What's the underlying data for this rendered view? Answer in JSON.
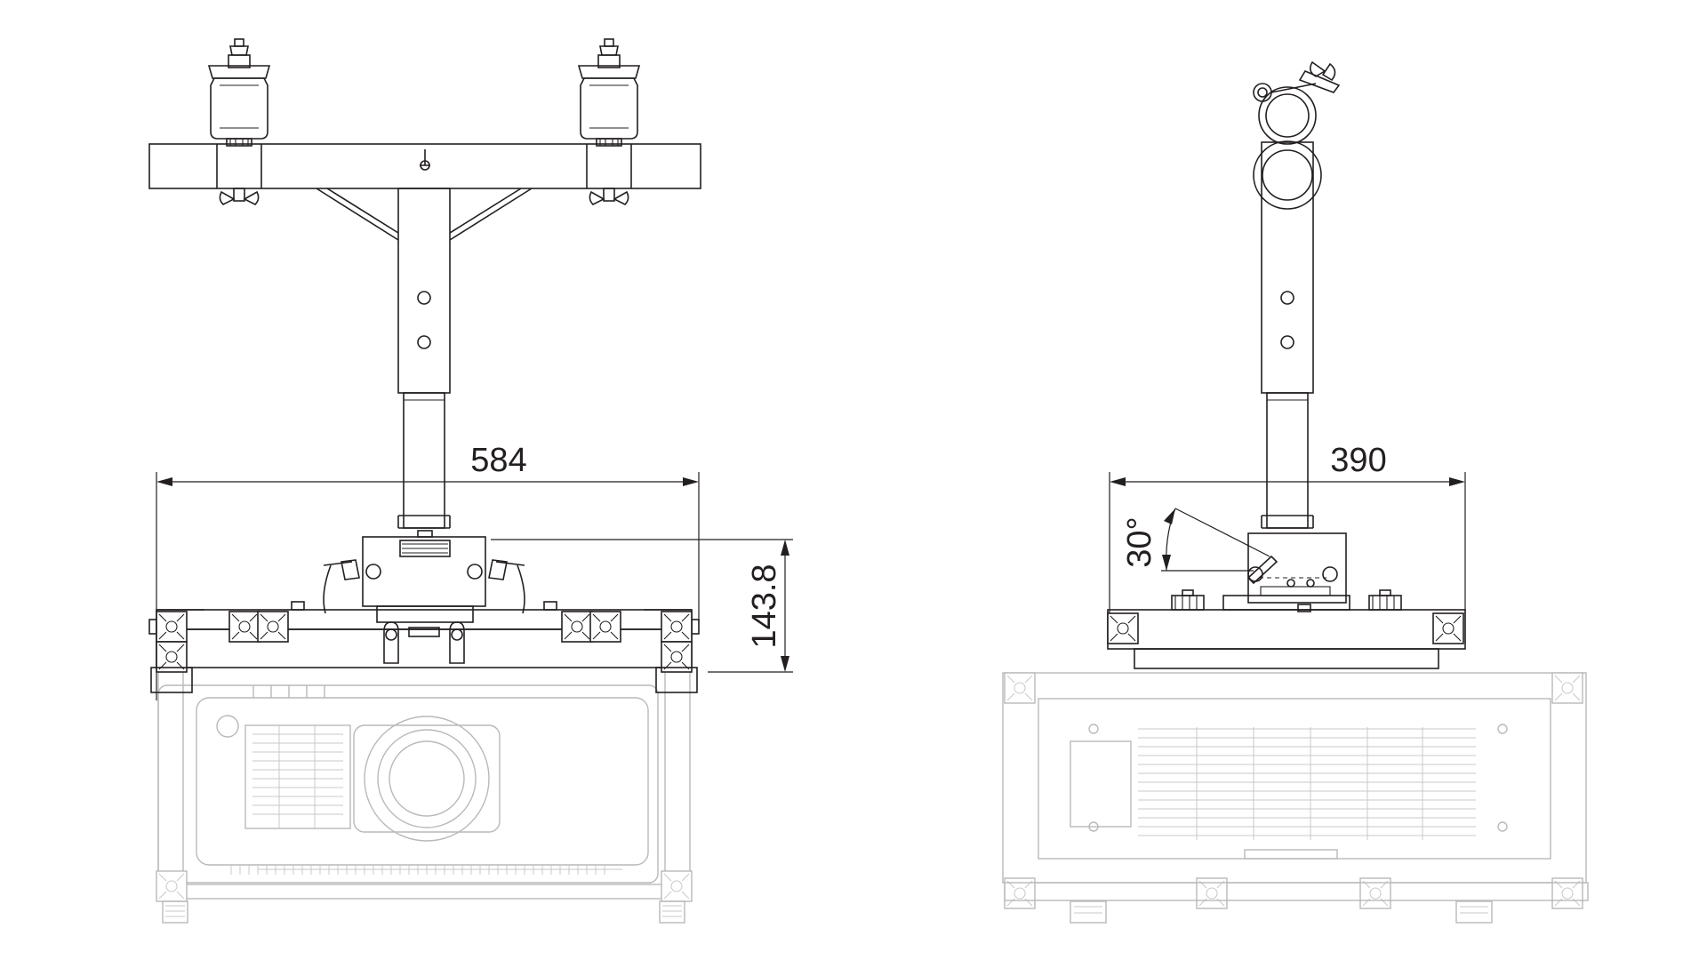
{
  "dimensions": {
    "front_width": "584",
    "front_height": "143.8",
    "side_width": "390",
    "tilt_angle": "30°"
  }
}
